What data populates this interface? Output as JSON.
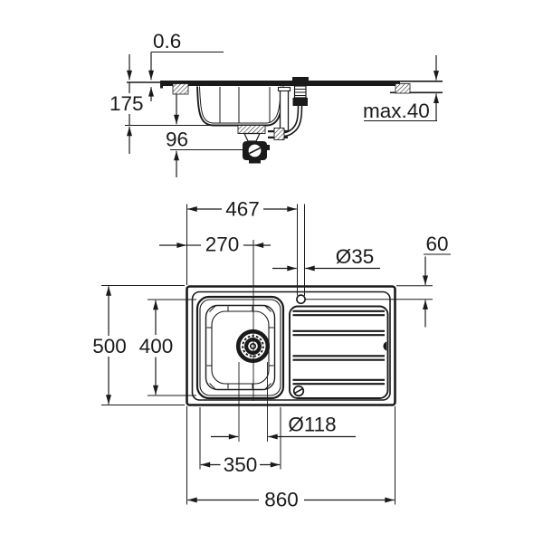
{
  "section_view": {
    "labels": {
      "rim_thickness": "0.6",
      "bowl_depth": "175",
      "drain_depth": "96",
      "countertop_max": "max.40"
    }
  },
  "plan_view": {
    "labels": {
      "tap_from_left": "467",
      "drain_from_left": "270",
      "tap_hole_dia": "Ø35",
      "tap_from_edge": "60",
      "overall_depth": "500",
      "bowl_length": "400",
      "drain_dia": "Ø118",
      "bowl_width": "350",
      "overall_width": "860"
    }
  },
  "colors": {
    "line": "#1a1a1a",
    "background": "#ffffff"
  }
}
